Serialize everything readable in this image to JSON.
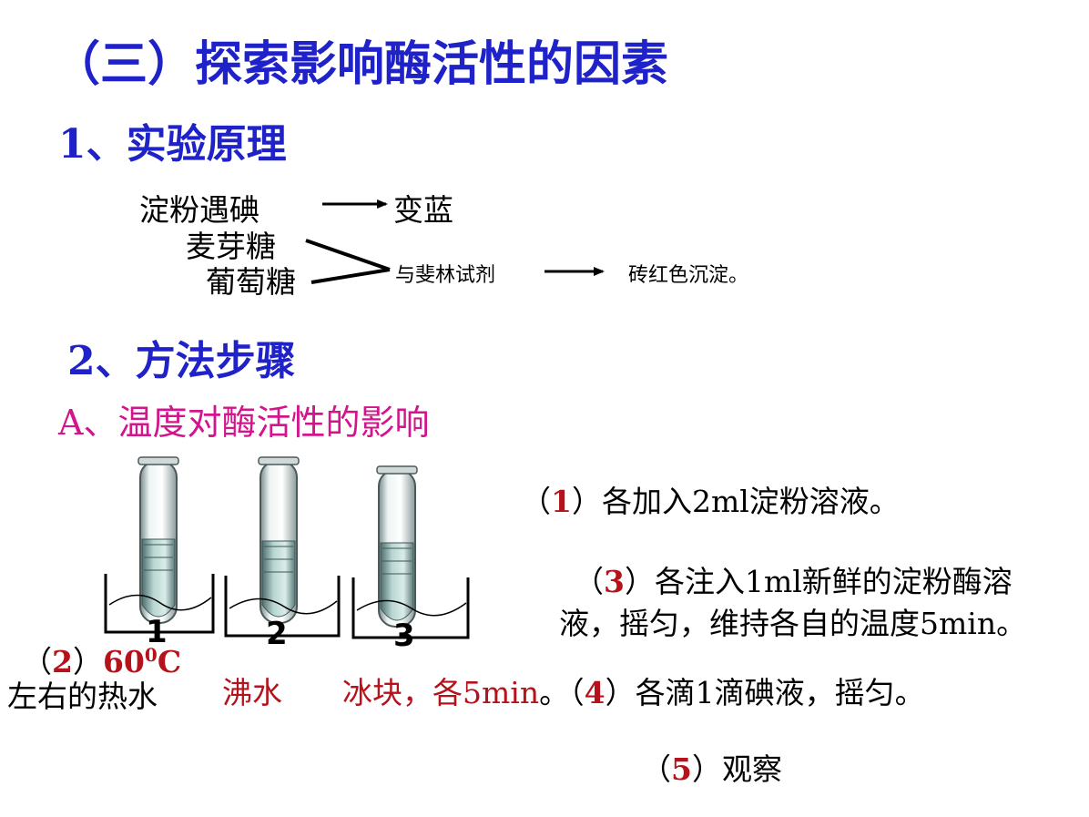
{
  "colors": {
    "heading_blue": "#1f22c8",
    "subheading_magenta": "#d4148c",
    "emphasis_red": "#b5121b"
  },
  "title": "（三）探索影响酶活性的因素",
  "principle": {
    "heading": "1、实验原理",
    "starch": "淀粉遇碘",
    "starch_result": "变蓝",
    "maltose": "麦芽糖",
    "glucose": "葡萄糖",
    "reagent": "与斐林试剂",
    "reagent_result": "砖红色沉淀。"
  },
  "method": {
    "heading": "2、方法步骤",
    "subheading": "A、温度对酶活性的影响"
  },
  "tubes": {
    "labels": [
      "1",
      "2",
      "3"
    ],
    "icons": [
      "test-tube-icon",
      "beaker-icon"
    ]
  },
  "steps": {
    "s1_open": "（",
    "s1_num": "1",
    "s1_text": "）各加入2ml淀粉溶液。",
    "s2_open": "（",
    "s2_num": "2",
    "s2_close": "）",
    "s2_temp": "60",
    "s2_sup": "0",
    "s2_unit": "C",
    "s2_hot": "左右的热水",
    "s2_boil": "沸水",
    "s2_ice": "冰块，各5min",
    "s2_end": "。",
    "s3_open": "（",
    "s3_num": "3",
    "s3_line1": "）各注入1ml新鲜的淀粉酶溶",
    "s3_line2": "液，摇匀，维持各自的温度5min。",
    "s4_open": "（",
    "s4_num": "4",
    "s4_text": "）各滴1滴碘液，摇匀。",
    "s5_open": "（",
    "s5_num": "5",
    "s5_text": "）观察"
  }
}
